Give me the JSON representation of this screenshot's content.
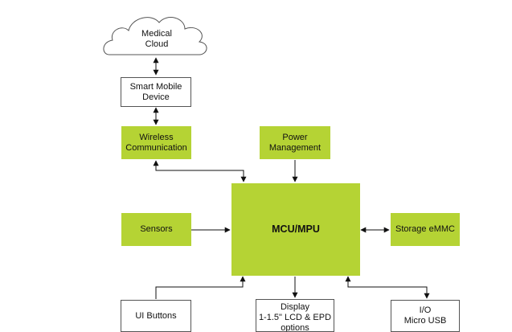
{
  "diagram": {
    "cloud": {
      "line1": "Medical",
      "line2": "Cloud"
    },
    "smart_mobile": {
      "line1": "Smart Mobile",
      "line2": "Device"
    },
    "wireless": {
      "line1": "Wireless",
      "line2": "Communication"
    },
    "power": {
      "line1": "Power",
      "line2": "Management"
    },
    "sensors": {
      "label": "Sensors"
    },
    "mcu": {
      "label": "MCU/MPU"
    },
    "storage": {
      "label": "Storage eMMC"
    },
    "ui_buttons": {
      "label": "UI Buttons"
    },
    "display": {
      "line1": "Display",
      "line2": "1-1.5\" LCD & EPD",
      "line3": "options"
    },
    "io": {
      "line1": "I/O",
      "line2": "Micro USB"
    }
  },
  "colors": {
    "block_green": "#b5d334",
    "line": "#111111",
    "box_border": "#555555"
  }
}
